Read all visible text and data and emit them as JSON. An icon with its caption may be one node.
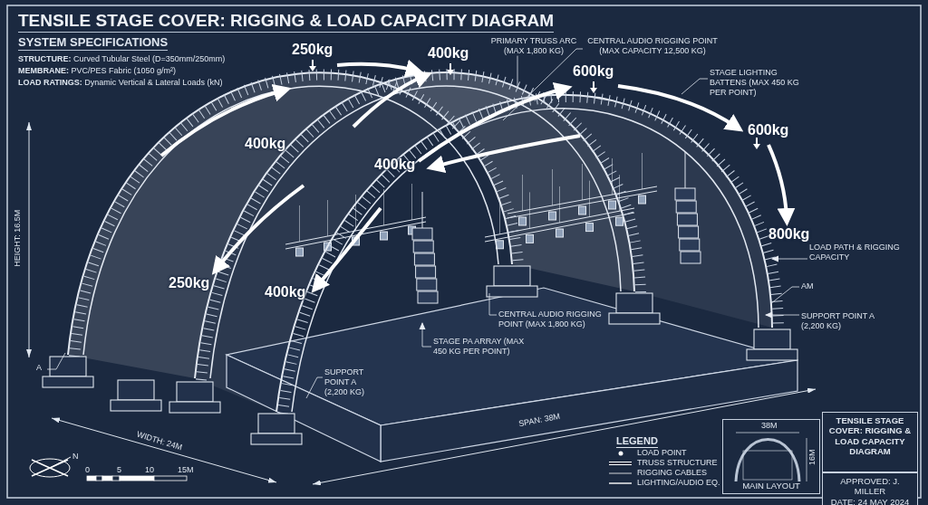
{
  "diagram": {
    "title": "TENSILE STAGE COVER: RIGGING & LOAD CAPACITY DIAGRAM",
    "nodes": [
      {
        "text": [
          "PRIMARY TRUSS ARC (MAX 1,800 KG)"
        ]
      },
      {
        "text": [
          "CENTRAL AUDIO RIGGING POINT (MAX CAPACITY 12,500 KG)"
        ]
      },
      {
        "text": [
          "STAGE LIGHTING BATTENS (MAX 450 KG PER POINT)"
        ]
      },
      {
        "text": [
          "LOAD PATH & RIGGING CAPACITY"
        ]
      },
      {
        "text": [
          "AM"
        ]
      },
      {
        "text": [
          "SUPPORT POINT A (2,200 KG)"
        ]
      },
      {
        "text": [
          "CENTRAL AUDIO RIGGING POINT (MAX 1,800 KG)"
        ]
      },
      {
        "text": [
          "STAGE PA ARRAY (MAX 450 KG PER POINT)"
        ]
      },
      {
        "text": [
          "SUPPORT POINT A (2,200 KG)"
        ]
      },
      {
        "text": [
          "A"
        ]
      },
      {
        "text": [
          "MAIN LAYOUT"
        ]
      },
      {
        "text": [
          "TENSILE STAGE COVER: RIGGING & LOAD CAPACITY DIAGRAM"
        ]
      },
      {
        "text": [
          "APPROVED: J. MILLER",
          "DATE: 24 MAY 2024"
        ]
      }
    ],
    "edges": [
      {
        "from": 0,
        "to": null,
        "arrow": "none"
      },
      {
        "from": 1,
        "to": null,
        "arrow": "none"
      },
      {
        "from": 2,
        "to": null,
        "arrow": "none"
      },
      {
        "from": 3,
        "to": null,
        "arrow": "to"
      },
      {
        "from": 4,
        "to": null,
        "arrow": "none"
      },
      {
        "from": 5,
        "to": null,
        "arrow": "to"
      },
      {
        "from": 6,
        "to": null,
        "arrow": "none"
      },
      {
        "from": 7,
        "to": null,
        "arrow": "to"
      },
      {
        "from": 8,
        "to": null,
        "arrow": "none"
      },
      {
        "from": 9,
        "to": null,
        "arrow": "none"
      }
    ],
    "labels": [
      "SYSTEM SPECIFICATIONS",
      "**STRUCTURE:** Curved Tubular Steel (D=350mm/250mm)",
      "**MEMBRANE:** PVC/PES Fabric (1050 g/m²)",
      "**LOAD RATINGS:** Dynamic Vertical & Lateral Loads (kN)",
      "250kg",
      "400kg",
      "600kg",
      "600kg",
      "400kg",
      "400kg",
      "HEIGHT: 16.5M",
      "800kg",
      "250kg",
      "400kg",
      "SPAN: 38M",
      "WIDTH: 24M",
      "LEGEND",
      "N",
      "0",
      "5",
      "10",
      "15M",
      "38M",
      "16M"
    ],
    "legend": [
      {
        "text": "LOAD POINT"
      },
      {
        "text": "TRUSS STRUCTURE"
      },
      {
        "text": "RIGGING CABLES"
      },
      {
        "text": "LIGHTING/AUDIO EQ."
      }
    ]
  }
}
